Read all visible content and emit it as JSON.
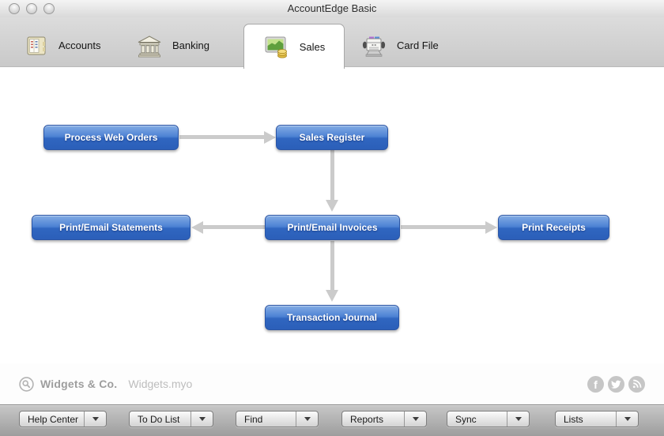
{
  "window": {
    "title": "AccountEdge Basic"
  },
  "tabs": [
    {
      "label": "Accounts",
      "icon": "accounts-ledger-icon",
      "active": false
    },
    {
      "label": "Banking",
      "icon": "banking-bank-icon",
      "active": false
    },
    {
      "label": "Sales",
      "icon": "sales-chart-coins-icon",
      "active": true
    },
    {
      "label": "Card File",
      "icon": "card-file-rolodex-icon",
      "active": false
    }
  ],
  "flowchart": {
    "buttons": [
      {
        "id": "process-web-orders",
        "label": "Process Web Orders"
      },
      {
        "id": "sales-register",
        "label": "Sales Register"
      },
      {
        "id": "print-email-statements",
        "label": "Print/Email Statements"
      },
      {
        "id": "print-email-invoices",
        "label": "Print/Email Invoices"
      },
      {
        "id": "print-receipts",
        "label": "Print Receipts"
      },
      {
        "id": "transaction-journal",
        "label": "Transaction Journal"
      }
    ],
    "connections": [
      "process-web-orders -> sales-register",
      "sales-register -> print-email-invoices",
      "print-email-invoices -> print-email-statements",
      "print-email-invoices -> print-receipts",
      "print-email-invoices -> transaction-journal"
    ],
    "colors": {
      "button_blue_top": "#83ace4",
      "button_blue_bottom": "#2b5fb9",
      "button_border": "#2a55a6",
      "arrow_gray": "#cbcbcb"
    }
  },
  "footer": {
    "company": "Widgets & Co.",
    "file_name": "Widgets.myo",
    "social_icons": [
      "facebook",
      "twitter",
      "rss"
    ]
  },
  "toolbar": {
    "buttons": [
      {
        "label": "Help Center"
      },
      {
        "label": "To Do List"
      },
      {
        "label": "Find"
      },
      {
        "label": "Reports"
      },
      {
        "label": "Sync"
      },
      {
        "label": "Lists"
      }
    ]
  }
}
